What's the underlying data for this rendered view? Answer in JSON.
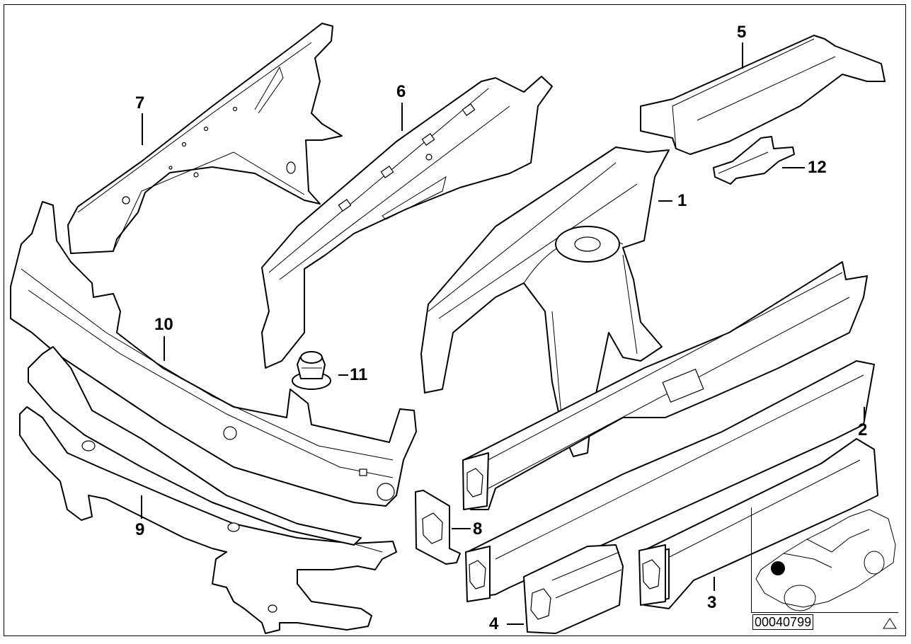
{
  "diagram": {
    "type": "exploded-parts-diagram",
    "subject": "Front body structure / wheel arch and engine carrier parts",
    "callouts": [
      {
        "number": "1",
        "part": "wheel-arch-assembly"
      },
      {
        "number": "2",
        "part": "engine-carrier-long"
      },
      {
        "number": "3",
        "part": "engine-carrier-section"
      },
      {
        "number": "4",
        "part": "engine-carrier-front-section"
      },
      {
        "number": "5",
        "part": "rear-longitudinal-member"
      },
      {
        "number": "6",
        "part": "front-side-member-upper"
      },
      {
        "number": "7",
        "part": "wheel-arch-panel"
      },
      {
        "number": "8",
        "part": "end-plate"
      },
      {
        "number": "9",
        "part": "front-cross-member-lower"
      },
      {
        "number": "10",
        "part": "front-cross-member-upper"
      },
      {
        "number": "11",
        "part": "rubber-buffer"
      },
      {
        "number": "12",
        "part": "reinforcement-bracket"
      }
    ],
    "part_number": "00040799",
    "inset": {
      "description": "car-location-thumbnail",
      "marker": "front-left-highlight"
    },
    "warning_icon": "triangle-icon"
  }
}
